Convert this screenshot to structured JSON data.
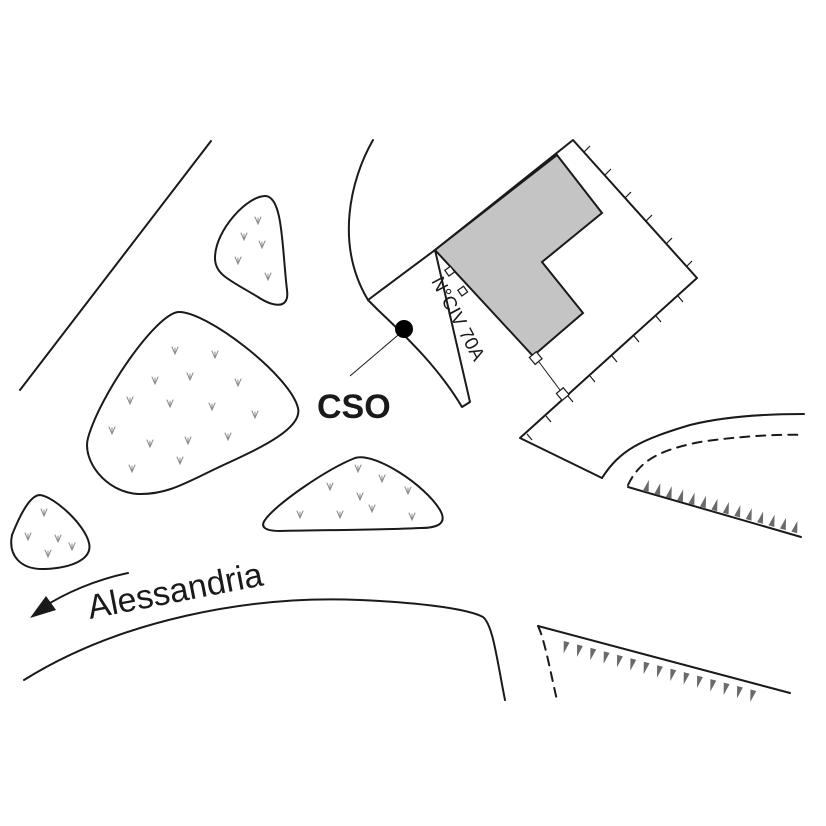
{
  "map": {
    "labels": {
      "site": "CSO",
      "direction": "Alessandria",
      "civic_number": "N°CIV 70A"
    },
    "colors": {
      "building_fill": "#c4c4c4",
      "line": "#1a1a1a",
      "vegetation": "#8a8a8a",
      "embankment": "#6a6a6a",
      "marker": "#000000"
    },
    "icons": {
      "site_marker": "filled-circle",
      "direction_arrow": "arrowhead-left",
      "vegetation_symbol": "grass-tuft",
      "embankment_symbol": "triangle-tick"
    }
  }
}
